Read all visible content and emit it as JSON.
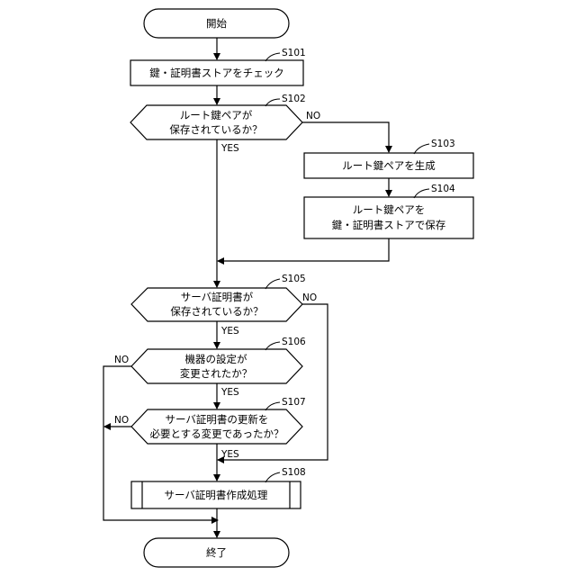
{
  "flowchart": {
    "start": "開始",
    "end": "終了",
    "s101": {
      "step": "S101",
      "text": "鍵・証明書ストアをチェック"
    },
    "s102": {
      "step": "S102",
      "line1": "ルート鍵ペアが",
      "line2": "保存されているか？",
      "yes": "YES",
      "no": "NO"
    },
    "s103": {
      "step": "S103",
      "text": "ルート鍵ペアを生成"
    },
    "s104": {
      "step": "S104",
      "line1": "ルート鍵ペアを",
      "line2": "鍵・証明書ストアで保存"
    },
    "s105": {
      "step": "S105",
      "line1": "サーバ証明書が",
      "line2": "保存されているか？",
      "yes": "YES",
      "no": "NO"
    },
    "s106": {
      "step": "S106",
      "line1": "機器の設定が",
      "line2": "変更されたか？",
      "yes": "YES",
      "no": "NO"
    },
    "s107": {
      "step": "S107",
      "line1": "サーバ証明書の更新を",
      "line2": "必要とする変更であったか？",
      "yes": "YES",
      "no": "NO"
    },
    "s108": {
      "step": "S108",
      "text": "サーバ証明書作成処理"
    }
  }
}
